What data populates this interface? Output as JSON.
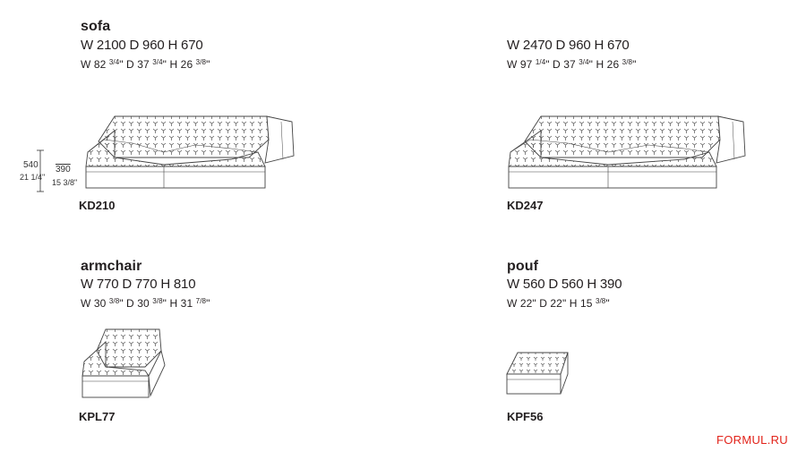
{
  "products": [
    {
      "title": "sofa",
      "mm": "W 2100 D 960 H 670",
      "inch_parts": [
        "W 82 ",
        "3/4",
        "\" D 37 ",
        "3/4",
        "\" H 26 ",
        "3/8",
        "\""
      ],
      "code": "KD210"
    },
    {
      "title": "",
      "mm": "W 2470 D 960 H 670",
      "inch_parts": [
        "W 97 ",
        "1/4",
        "\" D 37 ",
        "3/4",
        "\" H 26 ",
        "3/8",
        "\""
      ],
      "code": "KD247"
    },
    {
      "title": "armchair",
      "mm": "W 770 D 770 H 810",
      "inch_parts": [
        "W 30 ",
        "3/8",
        "\" D 30 ",
        "3/8",
        "\" H 31 ",
        "7/8",
        "\""
      ],
      "code": "KPL77"
    },
    {
      "title": "pouf",
      "mm": "W 560 D 560 H 390",
      "inch_parts": [
        "W 22\" D 22\" H 15 ",
        "3/8",
        "\""
      ],
      "code": "KPF56"
    }
  ],
  "height_dimensions": {
    "total_mm": "540",
    "total_in": "21 1/4\"",
    "seat_mm": "390",
    "seat_in": "15 3/8\""
  },
  "watermark": "FORMUL.RU"
}
